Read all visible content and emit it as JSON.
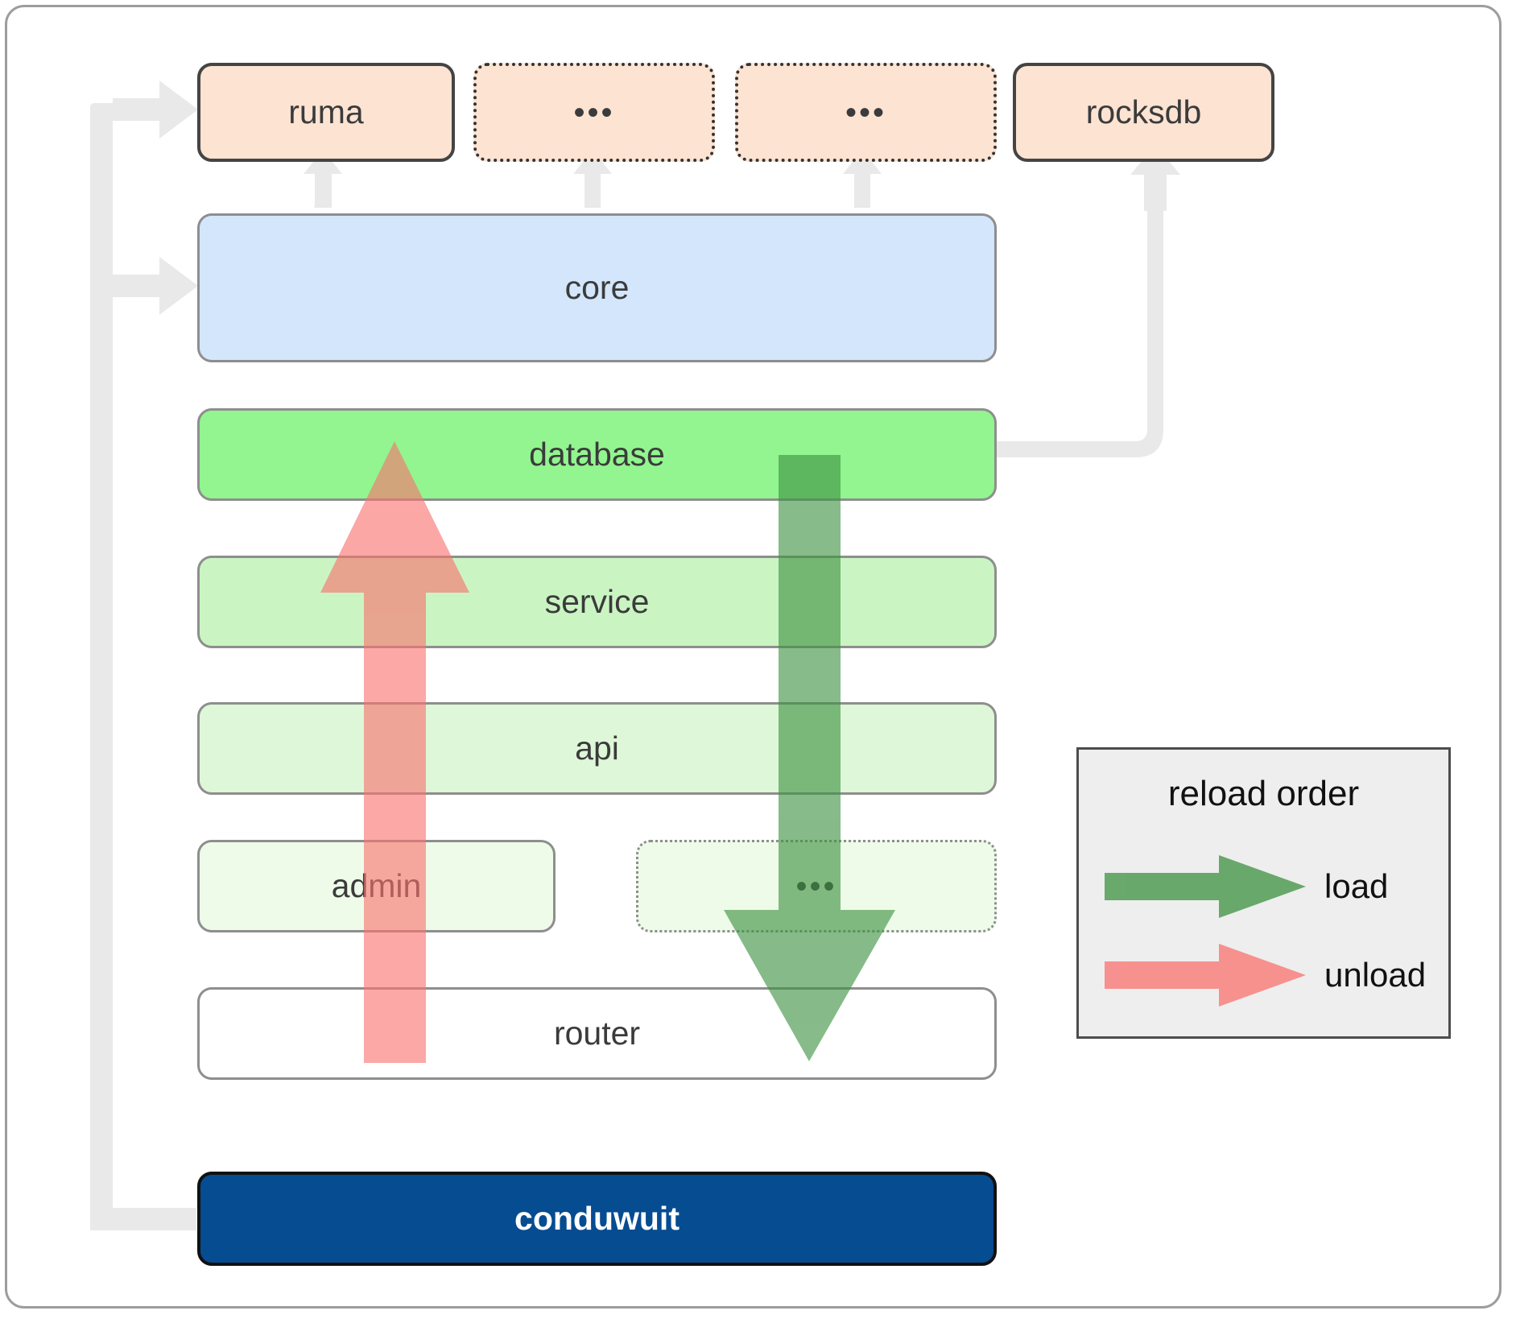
{
  "diagram": {
    "title": "conduwuit crate architecture / reload order",
    "colors": {
      "external_fill": "#fce3d2",
      "external_stroke": "#444444",
      "core_fill": "#d4e6fb",
      "layer_database": "#92f58f",
      "layer_service": "#caf5c3",
      "layer_api": "#def7d8",
      "layer_admin": "#eefbe9",
      "layer_router": "#ffffff",
      "binary_fill": "#064c91",
      "wire_gray": "#e8e8e8",
      "load_green": "#57a85a",
      "unload_red": "#f98989",
      "legend_bg": "#eeeeee"
    }
  },
  "external": [
    {
      "id": "ruma",
      "label": "ruma",
      "style": "solid"
    },
    {
      "id": "ext-a",
      "label": "•••",
      "style": "dotted"
    },
    {
      "id": "ext-b",
      "label": "•••",
      "style": "dotted"
    },
    {
      "id": "rocksdb",
      "label": "rocksdb",
      "style": "solid"
    }
  ],
  "core": {
    "label": "core"
  },
  "layers": [
    {
      "id": "database",
      "label": "database",
      "style": "solid"
    },
    {
      "id": "service",
      "label": "service",
      "style": "solid"
    },
    {
      "id": "api",
      "label": "api",
      "style": "solid"
    },
    {
      "id": "admin",
      "label": "admin",
      "style": "solid"
    },
    {
      "id": "dots",
      "label": "•••",
      "style": "dotted"
    },
    {
      "id": "router",
      "label": "router",
      "style": "solid"
    }
  ],
  "binary": {
    "label": "conduwuit"
  },
  "legend": {
    "title": "reload order",
    "items": [
      {
        "id": "load",
        "label": "load",
        "color": "#57a85a"
      },
      {
        "id": "unload",
        "label": "unload",
        "color": "#f98989"
      }
    ]
  },
  "flows": [
    {
      "id": "unload-arrow",
      "direction": "up",
      "color": "#f98989",
      "from": "router",
      "to": "database"
    },
    {
      "id": "load-arrow",
      "direction": "down",
      "color": "#57a85a",
      "from": "database",
      "to": "router"
    }
  ]
}
